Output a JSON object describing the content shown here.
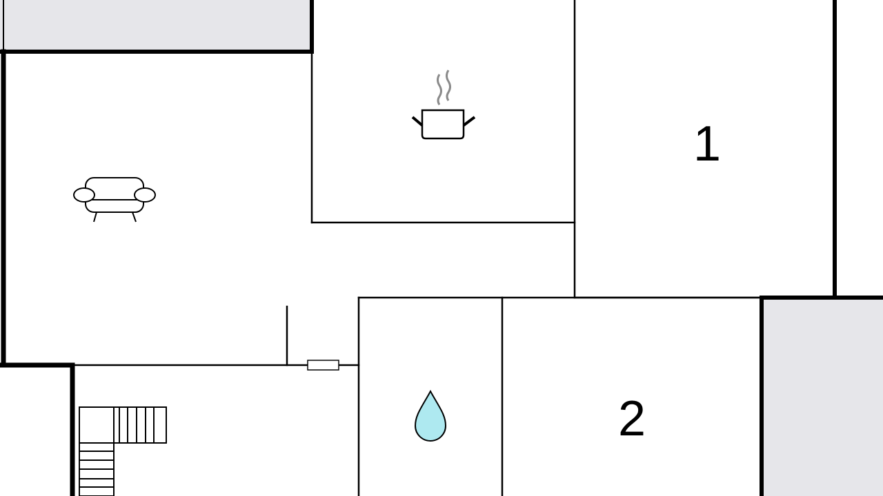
{
  "floorplan": {
    "rooms": [
      {
        "id": "living-room",
        "icon": "sofa-icon"
      },
      {
        "id": "kitchen",
        "icon": "cooking-pot-icon"
      },
      {
        "id": "bedroom-1",
        "label": "1"
      },
      {
        "id": "bathroom",
        "icon": "water-drop-icon"
      },
      {
        "id": "bedroom-2",
        "label": "2"
      },
      {
        "id": "hallway",
        "icon": "stairs-icon"
      }
    ],
    "colors": {
      "wall": "#000000",
      "outside": "#e6e6ea",
      "water": "#aee9f0",
      "steam": "#8a8a8a"
    }
  }
}
